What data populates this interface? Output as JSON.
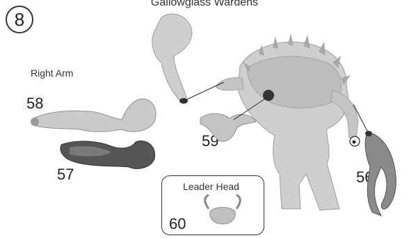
{
  "header": {
    "title": "Gallowglass Wardens"
  },
  "step": {
    "number": "8"
  },
  "labels": {
    "right_arm": "Right Arm",
    "leader_head": "Leader Head"
  },
  "parts": [
    {
      "id": "56",
      "name": "claw-arm"
    },
    {
      "id": "57",
      "name": "right-arm-lower"
    },
    {
      "id": "58",
      "name": "right-arm-upper"
    },
    {
      "id": "59",
      "name": "head"
    },
    {
      "id": "60",
      "name": "leader-head"
    }
  ],
  "colors": {
    "part_fill": "#c8c8c8",
    "part_shadow": "#8f8f8f",
    "dark_part": "#4a4a4a",
    "line": "#222222"
  }
}
